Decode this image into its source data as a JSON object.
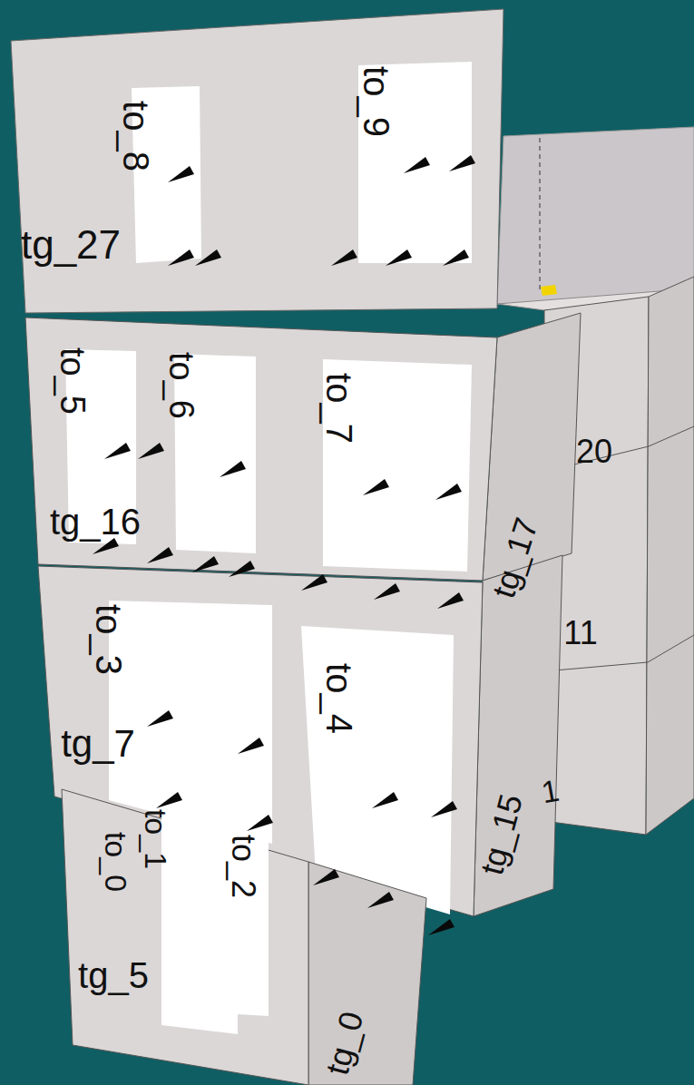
{
  "diagram": {
    "labels": [
      "to_8",
      "to_9",
      "tg_27",
      "to_5",
      "to_6",
      "to_7",
      "20",
      "tg_16",
      "tg_17",
      "11",
      "to_3",
      "to_4",
      "tg_7",
      "tg_15",
      "1",
      "to_0",
      "to_1",
      "to_2",
      "tg_5",
      "tg_0"
    ]
  }
}
